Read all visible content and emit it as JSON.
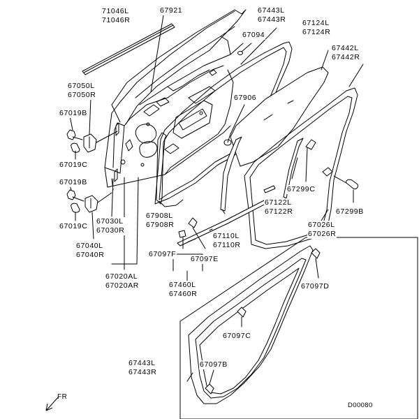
{
  "labels": {
    "p71046": [
      "71046L",
      "71046R"
    ],
    "p67921": [
      "67921"
    ],
    "p67443a": [
      "67443L",
      "67443R"
    ],
    "p67094": [
      "67094"
    ],
    "p67124": [
      "67124L",
      "67124R"
    ],
    "p67442": [
      "67442L",
      "67442R"
    ],
    "p67050": [
      "67050L",
      "67050R"
    ],
    "p67906": [
      "67906"
    ],
    "p67019b1": [
      "67019B"
    ],
    "p67019c1": [
      "67019C"
    ],
    "p67019b2": [
      "67019B"
    ],
    "p67299c": [
      "67299C"
    ],
    "p67299b": [
      "67299B"
    ],
    "p67122": [
      "67122L",
      "67122R"
    ],
    "p67019c2": [
      "67019C"
    ],
    "p67030": [
      "67030L",
      "67030R"
    ],
    "p67908": [
      "67908L",
      "67908R"
    ],
    "p67110": [
      "67110L",
      "67110R"
    ],
    "p67026": [
      "67026L",
      "67026R"
    ],
    "p67040": [
      "67040L",
      "67040R"
    ],
    "p67097f": [
      "67097F"
    ],
    "p67097e": [
      "67097E"
    ],
    "p67097d": [
      "67097D"
    ],
    "p67020": [
      "67020AL",
      "67020AR"
    ],
    "p67460": [
      "67460L",
      "67460R"
    ],
    "p67097c": [
      "67097C"
    ],
    "p67443b": [
      "67443L",
      "67443R"
    ],
    "p67097b": [
      "67097B"
    ]
  },
  "direction_label": "FR",
  "diagram_code": "D00080"
}
